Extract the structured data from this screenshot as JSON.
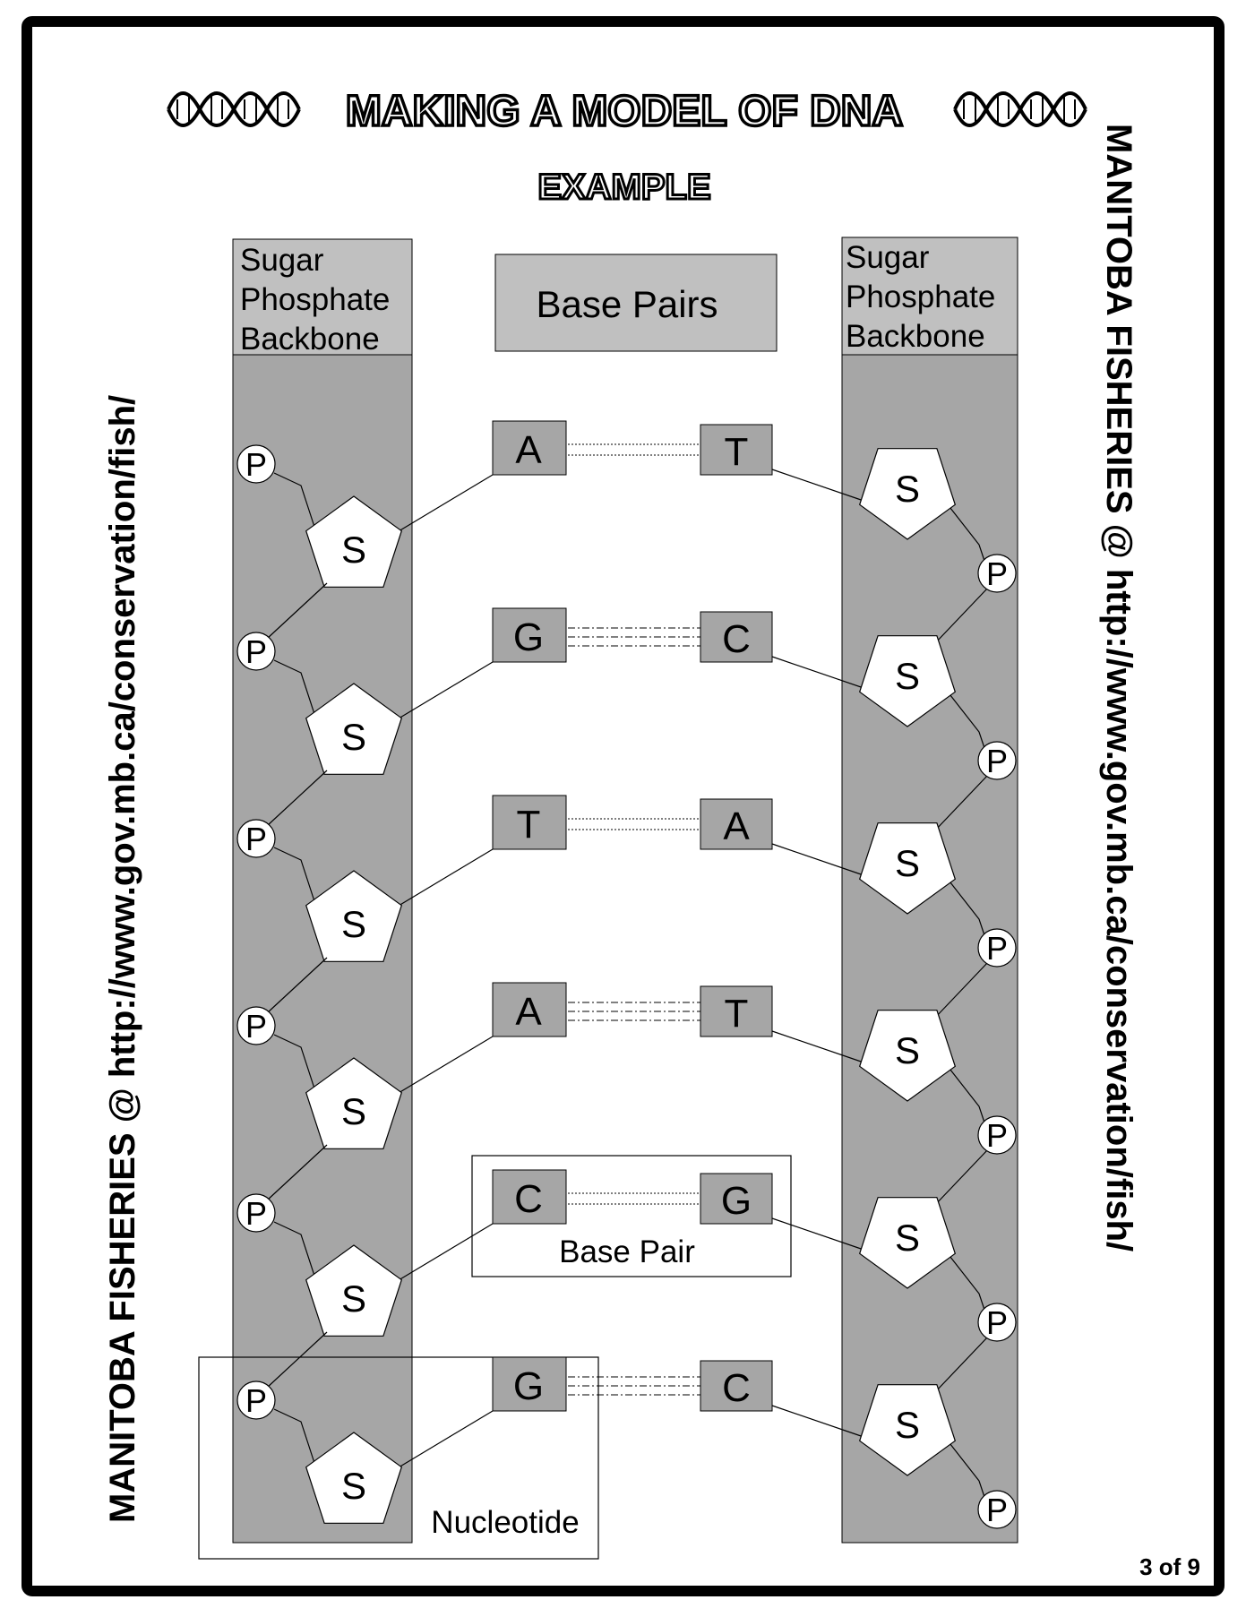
{
  "title": "MAKING A MODEL OF DNA",
  "subtitle": "EXAMPLE",
  "side_text": "MANITOBA FISHERIES @ http://www.gov.mb.ca/conservation/fish/",
  "page_number": "3 of 9",
  "left_backbone_header": [
    "Sugar",
    "Phosphate",
    "Backbone"
  ],
  "right_backbone_header": [
    "Sugar",
    "Phosphate",
    "Backbone"
  ],
  "base_pairs_header": "Base Pairs",
  "sugar_label": "S",
  "phosphate_label": "P",
  "pairs": [
    {
      "left": "A",
      "right": "T"
    },
    {
      "left": "G",
      "right": "C"
    },
    {
      "left": "T",
      "right": "A"
    },
    {
      "left": "A",
      "right": "T"
    },
    {
      "left": "C",
      "right": "G"
    },
    {
      "left": "G",
      "right": "C"
    }
  ],
  "base_pair_label": "Base Pair",
  "nucleotide_label": "Nucleotide",
  "colors": {
    "panel": "#a6a6a6",
    "box": "#c0c0c0",
    "ink": "#000000",
    "paper": "#ffffff"
  }
}
